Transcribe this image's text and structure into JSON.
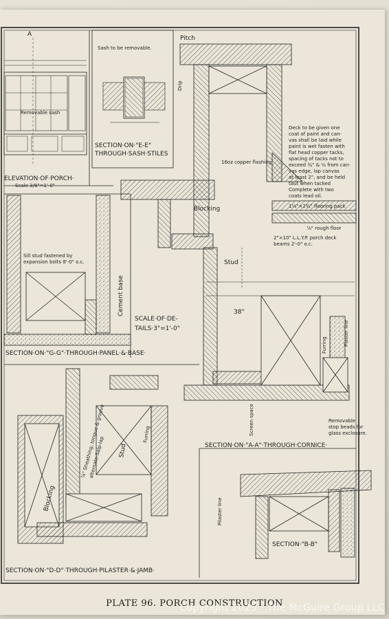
{
  "plate": {
    "title": "PLATE 96. PORCH CONSTRUCTION",
    "watermark": "Copyright 2025 - The McGuire Group LLC"
  },
  "labels": {
    "a_top": "A",
    "sash_note": "Sash to be removable.",
    "pitch": "Pitch",
    "drip": "Drip",
    "removable_sash": "Removable sash",
    "section_ee_1": "SECTION·ON·\"E-E\"",
    "section_ee_2": "THROUGH·SASH·STILES",
    "deck_note_1": "Deck to be given one",
    "deck_note_2": "coat of paint and can-",
    "deck_note_3": "vas shall be laid while",
    "deck_note_4": "paint is wet fasten with",
    "deck_note_5": "flat head copper tacks,",
    "deck_note_6": "spacing of tacks not to",
    "deck_note_7": "exceed ¾\" & ½ from can-",
    "deck_note_8": "vas edge, lap canvas",
    "deck_note_9": "at least 2\", and be held",
    "deck_note_10": "taut when tacked",
    "deck_note_11": "Complete with two",
    "deck_note_12": "coats lead oil.",
    "flashing": "16oz copper flashing",
    "elevation_1": "ELEVATION·OF·PORCH·",
    "elevation_2": "Scale 3/8\"=1'-0\"",
    "flooring": "1⅛\"×2¾\" flooring pack",
    "blocking": "Blocking",
    "rough_floor": "⅞\" rough floor",
    "deck_beams_1": "2\"×10\" L.L.Y.P. porch deck",
    "deck_beams_2": "beams 2'-0\" o.c.",
    "stud": "Stud",
    "sill_note_1": "Sill stud fastened by",
    "sill_note_2": "expansion bolts 8'-0\" o.c.",
    "cement_base": "Cement base",
    "scale_details_1": "SCALE·OF·DE-",
    "scale_details_2": "TAILS·3\"=1'-0\"",
    "dim_38": "38\"",
    "plaster_line": "Plaster line",
    "furring": "Furring",
    "section_gg": "SECTION·ON·\"G-G\"·THROUGH·PANEL·&·BASE·",
    "sheathing_1": "⅞\" Sheathing, tongue & groove",
    "sheathing_2": "alternate-Salp-lap",
    "stud_center": "Stud",
    "furring_center": "Furring",
    "blocking_left": "Blocking",
    "screen_space": "Screen space",
    "removable_stop_1": "Removable",
    "removable_stop_2": "stop beads for",
    "removable_stop_3": "glass exclosure.",
    "section_aa": "SECTION·ON·\"A-A\"·THROUGH·CORNICE·",
    "pilaster_line": "Pilaster line",
    "section_bb": "SECTION·\"B-B\"",
    "section_dd": "SECTION·ON·\"D-D\"·THROUGH·PILASTER·&·JAMB·"
  }
}
